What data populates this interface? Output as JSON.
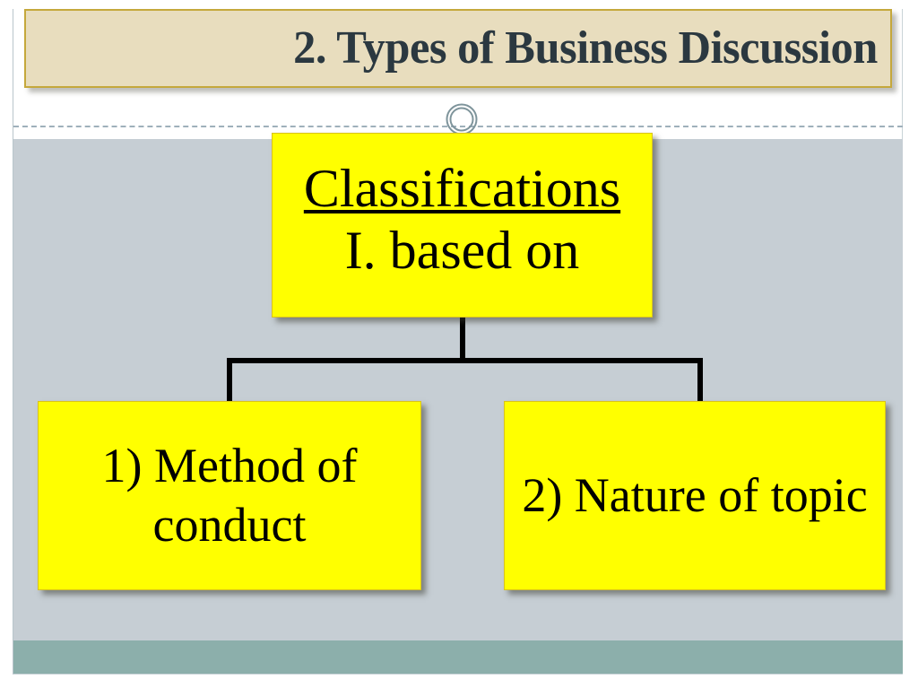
{
  "slide": {
    "title": "2. Types of  Business Discussion",
    "theme": {
      "title_band_bg": "#e8ddbe",
      "title_band_border": "#c5a83c",
      "title_text_color": "#2b3840",
      "body_bg": "#c6ced4",
      "footer_bg": "#8cafab",
      "node_bg": "#ffff00",
      "node_border": "#d8c21e",
      "connector_color": "#000000",
      "ring_color": "#7e949b"
    },
    "decorations": {
      "ring_icon": "double-circle-ring",
      "dashed_rule": "dashed-divider"
    }
  },
  "diagram": {
    "type": "hierarchy",
    "root": {
      "heading": "Classifications",
      "subheading": "I. based on"
    },
    "children": [
      {
        "id": "node-1",
        "label": "1) Method of conduct"
      },
      {
        "id": "node-2",
        "label": "2) Nature of topic"
      }
    ]
  }
}
